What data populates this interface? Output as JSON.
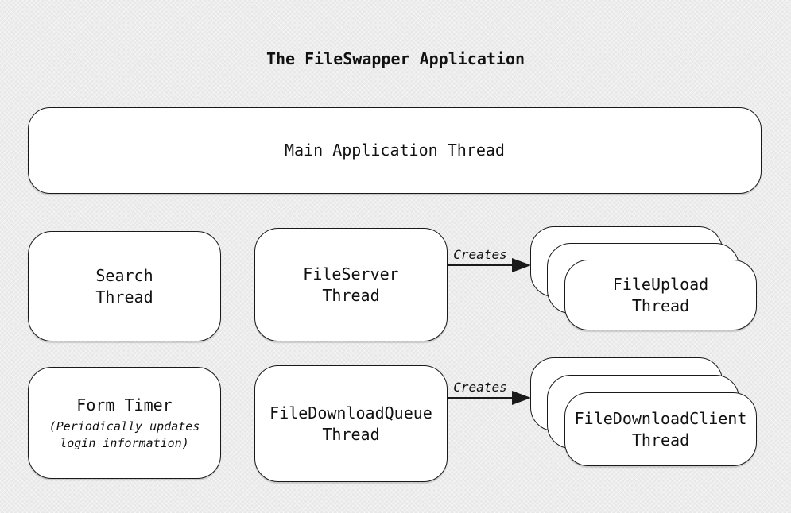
{
  "title": "The FileSwapper Application",
  "nodes": {
    "main_application": {
      "label": "Main Application Thread"
    },
    "search": {
      "line1": "Search",
      "line2": "Thread"
    },
    "file_server": {
      "line1": "FileServer",
      "line2": "Thread"
    },
    "file_upload": {
      "line1": "FileUpload",
      "line2": "Thread"
    },
    "form_timer": {
      "label": "Form Timer",
      "note_line1": "(Periodically updates",
      "note_line2": "login information)"
    },
    "file_download_queue": {
      "line1": "FileDownloadQueue",
      "line2": "Thread"
    },
    "file_download_client": {
      "line1": "FileDownloadClient",
      "line2": "Thread"
    }
  },
  "edges": {
    "fileserver_to_fileupload": {
      "label": "Creates"
    },
    "queue_to_client": {
      "label": "Creates"
    }
  },
  "colors": {
    "background": "#e8e8e8",
    "node_fill": "#ffffff",
    "node_border": "#1a1a1a",
    "text": "#111111"
  }
}
